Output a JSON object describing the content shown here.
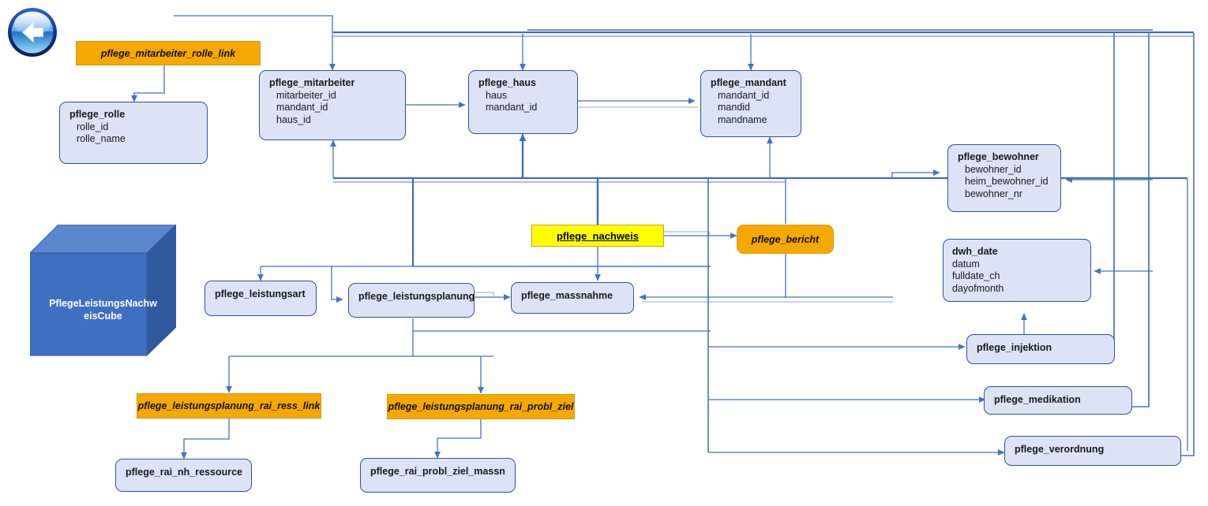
{
  "diagram": {
    "title": "PflegeLeistungsNachweisCube data model",
    "colors": {
      "entity_fill": "#dbe3f4",
      "entity_border": "#2f5597",
      "link_fill": "#f5a800",
      "fact_fill": "#ffff00",
      "fact_border": "#d4a017",
      "connector": "#4472c4",
      "connector_bold": "#3c6ebd",
      "cube_front": "#3f6fc0",
      "cube_top": "#5b87ce",
      "cube_side": "#2f5aa0"
    }
  },
  "back_button": {
    "name": "back-arrow-button",
    "label": "Back"
  },
  "cube": {
    "label": "PflegeLeistungsNachweisCube",
    "label_line1": "PflegeLeistungsNachw",
    "label_line2": "eisCube"
  },
  "entities": [
    {
      "id": "pflege_rolle",
      "name": "pflege_rolle",
      "fields": [
        "rolle_id",
        "rolle_name"
      ]
    },
    {
      "id": "pflege_mitarbeiter",
      "name": "pflege_mitarbeiter",
      "fields": [
        "mitarbeiter_id",
        "mandant_id",
        "haus_id"
      ]
    },
    {
      "id": "pflege_haus",
      "name": "pflege_haus",
      "fields": [
        "haus",
        "mandant_id"
      ]
    },
    {
      "id": "pflege_mandant",
      "name": "pflege_mandant",
      "fields": [
        "mandant_id",
        "mandid",
        "mandname"
      ]
    },
    {
      "id": "pflege_bewohner",
      "name": "pflege_bewohner",
      "fields": [
        "bewohner_id",
        "heim_bewohner_id",
        "bewohner_nr"
      ]
    },
    {
      "id": "dwh_date",
      "name": "dwh_date",
      "fields": [
        "datum",
        "fulldate_ch",
        "dayofmonth"
      ]
    },
    {
      "id": "pflege_leistungsart",
      "name": "pflege_leistungsart",
      "fields": []
    },
    {
      "id": "pflege_leistungsplanung",
      "name": "pflege_leistungsplanung",
      "fields": []
    },
    {
      "id": "pflege_massnahme",
      "name": "pflege_massnahme",
      "fields": []
    },
    {
      "id": "pflege_injektion",
      "name": "pflege_injektion",
      "fields": []
    },
    {
      "id": "pflege_medikation",
      "name": "pflege_medikation",
      "fields": []
    },
    {
      "id": "pflege_verordnung",
      "name": "pflege_verordnung",
      "fields": []
    },
    {
      "id": "pflege_rai_nh_ressource",
      "name": "pflege_rai_nh_ressource",
      "fields": []
    },
    {
      "id": "pflege_rai_probl_ziel_massn",
      "name": "pflege_rai_probl_ziel_massn",
      "fields": []
    }
  ],
  "link_tables": [
    {
      "id": "pflege_mitarbeiter_rolle_link",
      "name": "pflege_mitarbeiter_rolle_link"
    },
    {
      "id": "pflege_bericht",
      "name": "pflege_bericht"
    },
    {
      "id": "pflege_leistungsplanung_rai_ress_link",
      "name": "pflege_leistungsplanung_rai_ress_link"
    },
    {
      "id": "pflege_leistungsplanung_rai_probl_ziel",
      "name": "pflege_leistungsplanung_rai_probl_ziel"
    }
  ],
  "fact_tables": [
    {
      "id": "pflege_nachweis",
      "name": "pflege_nachweis"
    }
  ]
}
